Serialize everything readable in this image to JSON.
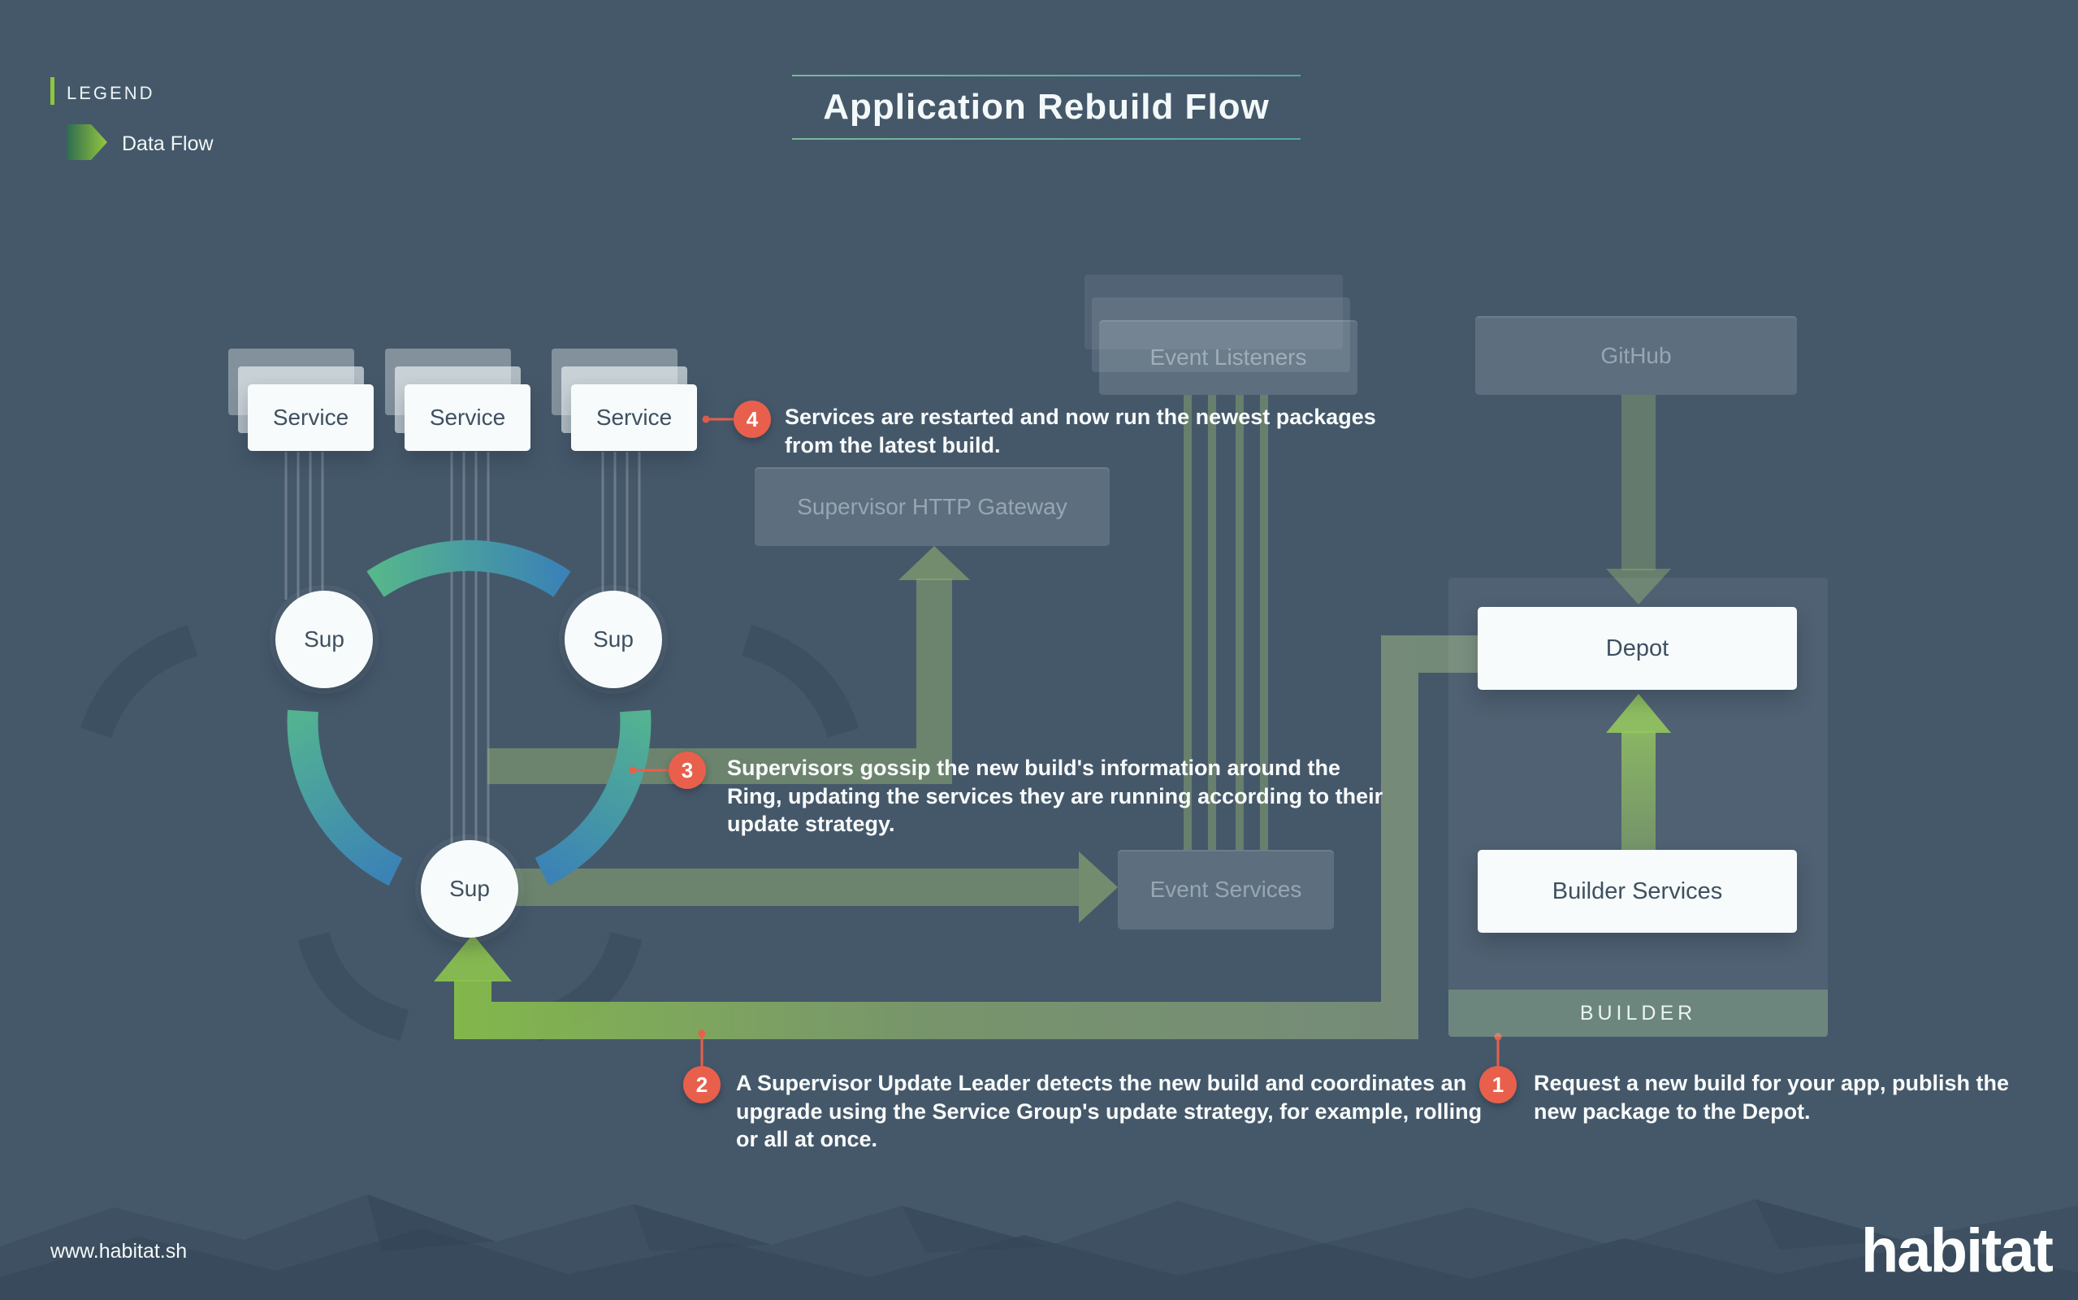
{
  "colors": {
    "background": "#45586A",
    "flow_green": "#8CC04F",
    "flow_green_muted": "#93AF72",
    "arc_teal": "#53B391",
    "arc_blue": "#3B82B6",
    "callout_red": "#E8604C",
    "card_white": "#F7FBFC",
    "card_text": "#3E5060",
    "legend_green": "#8DC63F"
  },
  "legend": {
    "heading": "LEGEND",
    "data_flow_label": "Data Flow"
  },
  "title": "Application Rebuild Flow",
  "nodes": {
    "service": "Service",
    "sup": "Sup",
    "event_listeners": "Event Listeners",
    "supervisor_http_gateway": "Supervisor HTTP Gateway",
    "github": "GitHub",
    "depot": "Depot",
    "builder_services": "Builder Services",
    "event_services": "Event Services",
    "builder": "BUILDER"
  },
  "callouts": [
    {
      "number": "1",
      "text": "Request a new build for your app, publish the new package to the Depot."
    },
    {
      "number": "2",
      "text": "A Supervisor Update Leader detects the new build and coordinates an upgrade using the Service Group's update strategy, for example, rolling or all at once."
    },
    {
      "number": "3",
      "text": "Supervisors gossip the new build's information around the Ring, updating the services they are running according to their update strategy."
    },
    {
      "number": "4",
      "text": "Services are restarted and now run the newest packages from the latest build."
    }
  ],
  "footer": {
    "url": "www.habitat.sh",
    "brand": "habitat"
  }
}
